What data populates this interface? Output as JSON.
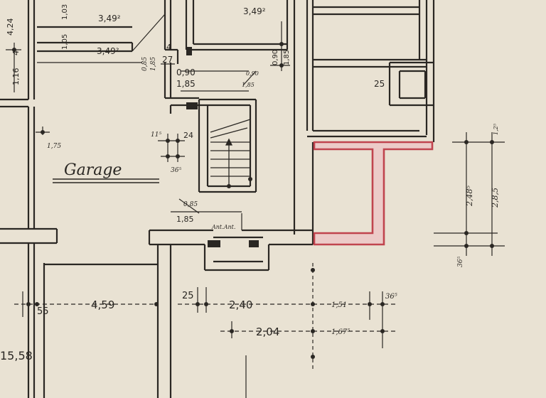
{
  "rooms": {
    "garage": "Garage"
  },
  "stairs": {
    "label": "Ant.Ant."
  },
  "dimensions": {
    "bottom_left_small": "55",
    "bottom_width_1": "4,59",
    "bottom_wall": "25",
    "bottom_width_2": "2,40",
    "bottom_width_3": "2,04",
    "bottom_left_total": "15,58",
    "right_a": "1,51",
    "right_b": "36⁵",
    "right_c": "1,67⁵",
    "top_1": "3,49²",
    "top_2": "3,49²",
    "top_3": "3,49²",
    "top_small_1": "1,05",
    "top_small_2": "1,03",
    "side_1": "1,16",
    "side_2": "4",
    "side_3": "4,24",
    "door_1": "0,90",
    "door_2": "1,85",
    "door_3": "0,90",
    "door_4": "1,85",
    "door_5": "0,90",
    "door_6": "1,85",
    "slant_1": "0,85",
    "slant_2": "1,85",
    "wall_24": "24",
    "wall_115": "11⁵",
    "wall_365": "36⁵",
    "wall_175": "1,75",
    "lower_885": "0,85",
    "lower_185": "1,85",
    "marker_25": "25",
    "right_vert_1": "2,48⁵",
    "right_vert_2": "2,8,5",
    "right_vert_small": "1,2⁵",
    "right_vert_bottom": "36⁵",
    "stair_small": "27",
    "stair_small_2": "4"
  },
  "colors": {
    "paper": "#e9e2d3",
    "ink": "#2a2723",
    "highlight": "#c0444e",
    "highlight_fill": "#eccbc8"
  }
}
